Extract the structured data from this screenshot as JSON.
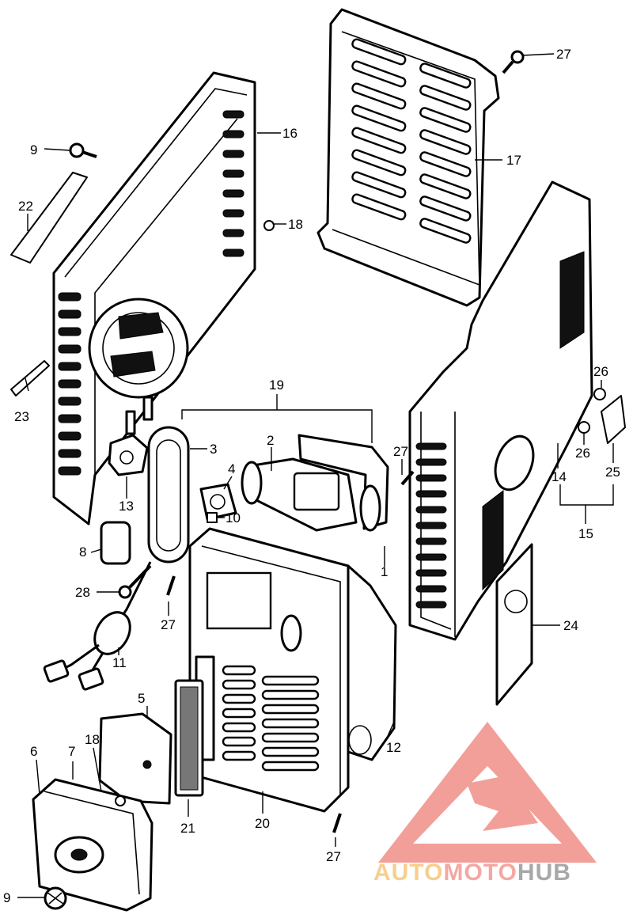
{
  "labels": {
    "l9a": "9",
    "l22": "22",
    "l23": "23",
    "l16": "16",
    "l18a": "18",
    "l27a": "27",
    "l17": "17",
    "l19": "19",
    "l3": "3",
    "l2": "2",
    "l4": "4",
    "l27b": "27",
    "l10": "10",
    "l13": "13",
    "l8": "8",
    "l1": "1",
    "l26a": "26",
    "l26b": "26",
    "l14": "14",
    "l25": "25",
    "l15": "15",
    "l28": "28",
    "l27c": "27",
    "l24": "24",
    "l11": "11",
    "l5": "5",
    "l12": "12",
    "l6": "6",
    "l7": "7",
    "l18b": "18",
    "l21": "21",
    "l20": "20",
    "l27d": "27",
    "l9b": "9"
  },
  "logo": {
    "part1": "AUTO",
    "part2": "MOTO",
    "part3": "HUB",
    "colors": {
      "auto": "#f5c77a",
      "moto": "#f29a92",
      "hub": "#9a9a9a",
      "mark": "#f08f88"
    }
  }
}
